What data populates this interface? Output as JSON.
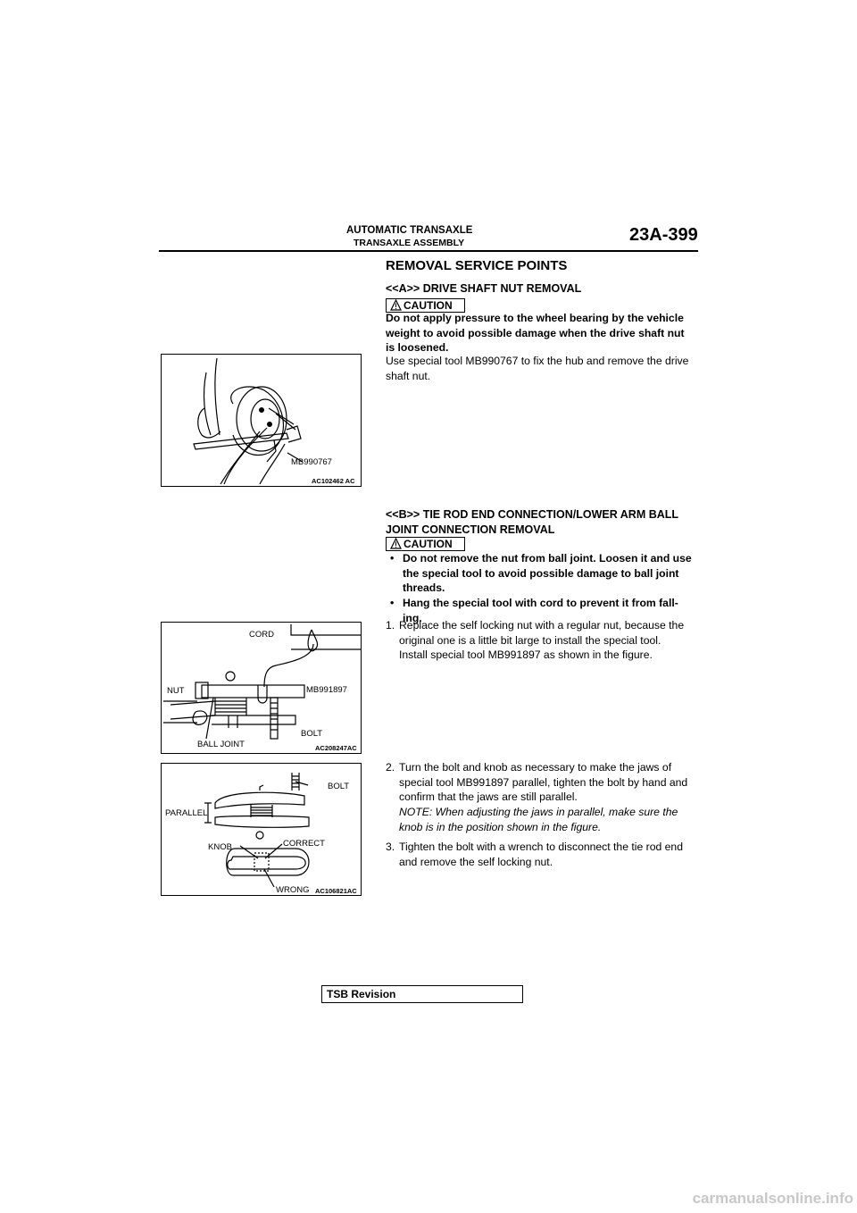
{
  "header": {
    "section": "AUTOMATIC TRANSAXLE",
    "subsection": "TRANSAXLE ASSEMBLY",
    "page_number": "23A-399"
  },
  "main": {
    "title": "REMOVAL SERVICE POINTS",
    "sec_a": {
      "heading": "<<A>> DRIVE SHAFT NUT REMOVAL",
      "caution_label": "CAUTION",
      "caution_lines": [
        "Do not apply pressure to the wheel bearing by the vehicle",
        "weight to avoid possible damage when the drive shaft nut",
        "is loosened."
      ],
      "body_lines": [
        "Use special tool MB990767 to fix the hub and remove the drive",
        "shaft nut."
      ]
    },
    "sec_b": {
      "heading_lines": [
        "<<B>> TIE ROD END CONNECTION/LOWER ARM BALL",
        "JOINT CONNECTION REMOVAL"
      ],
      "caution_label": "CAUTION",
      "bullet1_lines": [
        "Do not remove the nut from ball joint. Loosen it and use",
        "the special tool to avoid possible damage to ball joint",
        "threads."
      ],
      "bullet2_lines": [
        "Hang the special tool with cord to prevent it from fall-",
        "ing."
      ],
      "step1_num": "1.",
      "step1_lines": [
        "Replace the self locking nut with a regular nut, because the",
        "original one is a little bit large to install the special tool.",
        "Install special tool MB991897 as shown in the figure."
      ],
      "step2_num": "2.",
      "step2_lines": [
        "Turn the bolt and knob as necessary to make the jaws of",
        "special tool MB991897 parallel, tighten the bolt by hand and",
        "confirm that the jaws are still parallel."
      ],
      "note_lines": [
        "NOTE: When adjusting the jaws in parallel, make sure the",
        "knob is in the position shown in the figure."
      ],
      "step3_num": "3.",
      "step3_lines": [
        "Tighten the bolt with a wrench to disconnect the tie rod end",
        "and remove the self locking nut."
      ]
    }
  },
  "figures": {
    "fig1": {
      "label_tool": "MB990767",
      "id": "AC102462 AC"
    },
    "fig2": {
      "label_cord": "CORD",
      "label_nut": "NUT",
      "label_tool": "MB991897",
      "label_bolt": "BOLT",
      "label_ball_joint": "BALL JOINT",
      "id": "AC208247AC"
    },
    "fig3": {
      "label_bolt": "BOLT",
      "label_parallel": "PARALLEL",
      "label_knob": "KNOB",
      "label_correct": "CORRECT",
      "label_wrong": "WRONG",
      "id": "AC106821AC"
    }
  },
  "footer": {
    "tsb_label": "TSB Revision",
    "watermark": "carmanualsonline.info"
  }
}
